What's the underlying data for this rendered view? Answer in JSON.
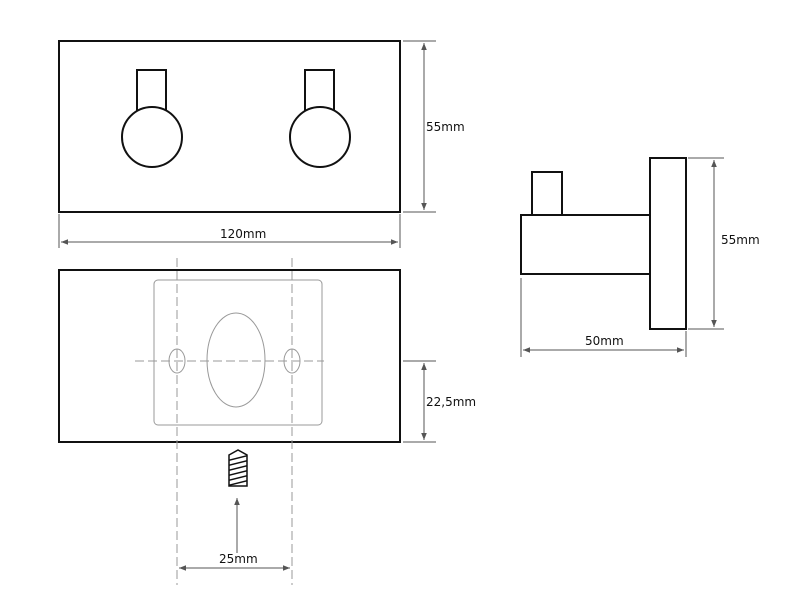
{
  "colors": {
    "line": "#111111",
    "dimension": "#555555",
    "guide": "#999999"
  },
  "front_view": {
    "width_label": "120mm",
    "height_label": "55mm"
  },
  "back_view": {
    "offset_label": "22,5mm",
    "hole_spacing_label": "25mm"
  },
  "side_view": {
    "depth_label": "50mm",
    "height_label": "55mm"
  }
}
